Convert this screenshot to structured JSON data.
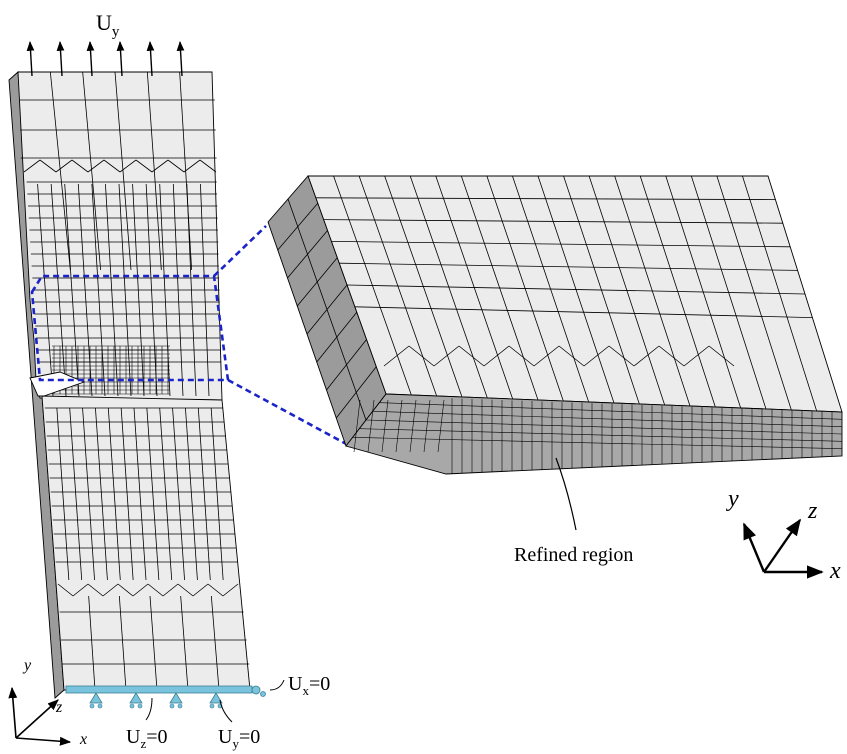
{
  "colors": {
    "mesh_face": "#ececec",
    "mesh_side": "#9b9b9b",
    "mesh_line": "#000000",
    "zoom_box": "#1a24c8",
    "boundary": "#79c4dc",
    "text": "#000000"
  },
  "labels": {
    "load_top": {
      "main": "U",
      "sub": "y"
    },
    "refined_region": "Refined region",
    "bc_ux": {
      "main": "U",
      "sub": "x",
      "rest": "=0"
    },
    "bc_uz": {
      "main": "U",
      "sub": "z",
      "rest": "=0"
    },
    "bc_uy": {
      "main": "U",
      "sub": "y",
      "rest": "=0"
    }
  },
  "axes_right": {
    "y": "y",
    "z": "z",
    "x": "x"
  },
  "axes_left": {
    "y": "y",
    "z": "z",
    "x": "x"
  },
  "icons": [
    "load-arrow-icon",
    "pin-support-icon",
    "coordinate-triad-icon"
  ]
}
